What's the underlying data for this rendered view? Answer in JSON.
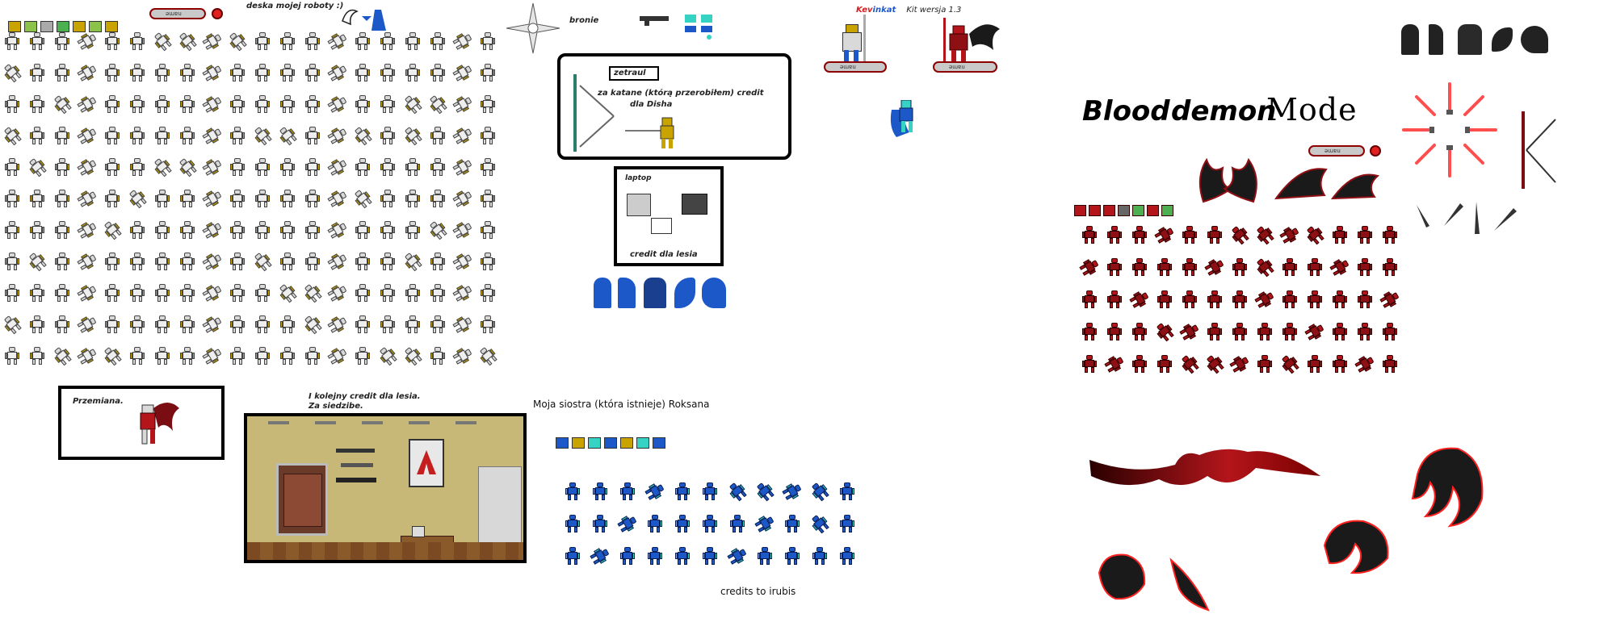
{
  "labels": {
    "deska": "deska mojej roboty :)",
    "bronie": "bronie",
    "kevinkat_a": "Kev",
    "kevinkat_b": "inkat",
    "kit_version": "Kit wersja 1.3",
    "zetraul": "zetraul",
    "katana_credit": "za katane   (którą przerobiłem) credit",
    "dla_disha": "dla Disha",
    "laptop": "laptop",
    "credit_lesia": "credit dla lesia",
    "przemiana": "Przemiana.",
    "kolejny_credit_1": "I kolejny credit dla lesia.",
    "kolejny_credit_2": "Za siedzibe.",
    "siostra": "Moja siostra (która istnieje) Roksana",
    "credits_irubis": "credits to irubis",
    "blood": "Blood",
    "demon": "demon",
    "mode": "Mode",
    "board_text": "ǝɯɐu"
  },
  "colors": {
    "brand_red": "#b3151b",
    "cape_blue": "#1d58c9",
    "cape_black": "#222222",
    "gold": "#c9a400",
    "desk_wall": "#c8b878",
    "desk_floor": "#8a5a2b"
  },
  "icons": {
    "kevinkat_a": "#d42020",
    "kevinkat_b": "#1d58c9"
  }
}
